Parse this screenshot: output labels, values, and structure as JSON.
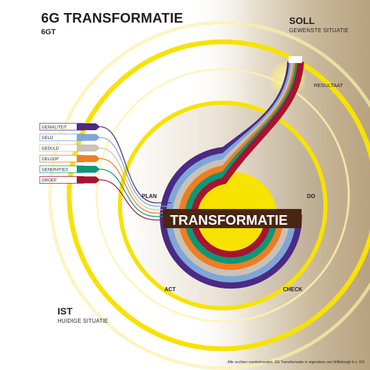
{
  "header": {
    "title": "6G TRANSFORMATIE",
    "subtitle": "6GT"
  },
  "soll": {
    "title": "SOLL",
    "subtitle": "GEWENSTE SITUATIE"
  },
  "ist": {
    "title": "IST",
    "subtitle": "HUIDIGE SITUATIE"
  },
  "resultaat_label": "RESULTAAT",
  "center_label": "TRANSFORMATIE",
  "phases": {
    "plan": "PLAN",
    "do": "DO",
    "check": "CHECK",
    "act": "ACT"
  },
  "bands": [
    {
      "label": "GENIALITEIT",
      "color": "#4b2a86"
    },
    {
      "label": "GELD",
      "color": "#7fa6d8"
    },
    {
      "label": "GEDULD",
      "color": "#c9c2b5"
    },
    {
      "label": "GELOOF",
      "color": "#ef7d22"
    },
    {
      "label": "GENERATIES",
      "color": "#0f9675"
    },
    {
      "label": "GROEP",
      "color": "#a8132f"
    }
  ],
  "colors": {
    "yellow": "#f7e200",
    "taupe": "#b3a284",
    "text": "#231f20"
  },
  "footer": "Alle rechten voorbehouden. 6G Transformatie is eigendom van Willeborgh b.v. ©©"
}
